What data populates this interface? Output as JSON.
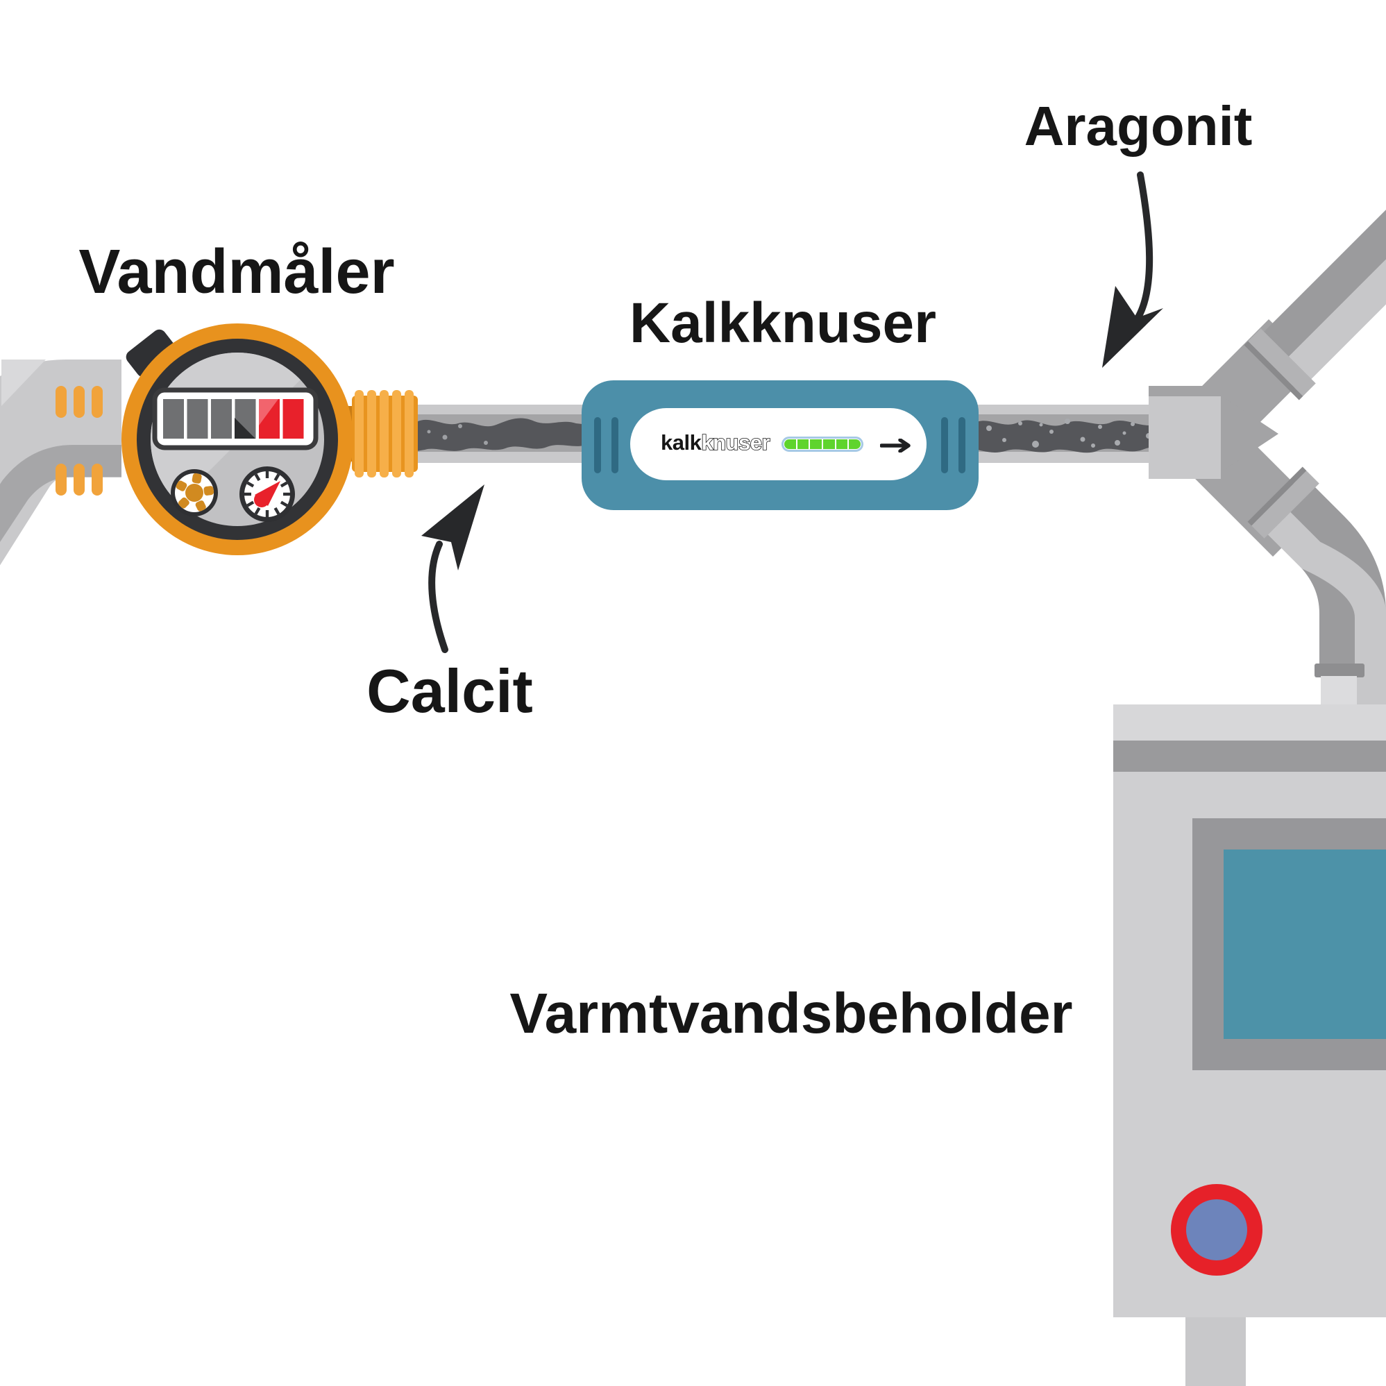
{
  "labels": {
    "vandmaaler": "Vandmåler",
    "kalkknuser": "Kalkknuser",
    "aragonit": "Aragonit",
    "calcit": "Calcit",
    "varmtvandsbeholder": "Varmtvandsbeholder"
  },
  "device": {
    "brand_bold": "kalk",
    "brand_outline": "knuser",
    "indicator": {
      "segment_count": 6,
      "segment_color": "#5fd42d",
      "border_color": "#a6c9e5"
    }
  },
  "meter": {
    "display": {
      "gray_segments": 4,
      "red_segments": 2,
      "gray_color": "#6f7072",
      "red_color": "#e8212b"
    }
  },
  "colors": {
    "device_body": "#4c8fa9",
    "device_groove": "#2f6a83",
    "meter_ring_orange": "#e8921e",
    "meter_ring_dark": "#323336",
    "meter_face": "#c1c1c3",
    "pipe_light": "#c9c9cb",
    "pipe_bore": "#a4a4a6",
    "limescale_sludge": "#55565a",
    "tank_body": "#cfcfd1",
    "tank_band": "#9a9a9c",
    "tank_panel_teal": "#4d92a8",
    "valve_red": "#e62129",
    "valve_blue": "#6d84bb",
    "label_text": "#161616",
    "arrow_black": "#27282a"
  }
}
